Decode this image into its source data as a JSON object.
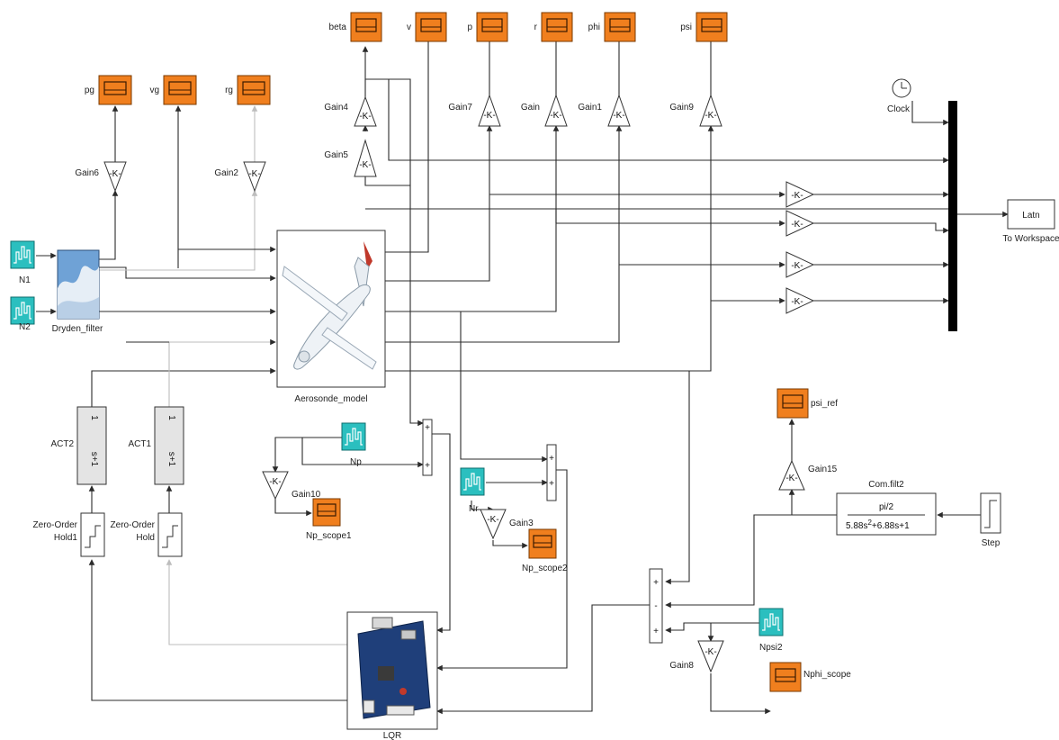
{
  "scopes": {
    "pg": "pg",
    "vg": "vg",
    "rg": "rg",
    "beta": "beta",
    "v": "v",
    "p": "p",
    "r": "r",
    "phi": "phi",
    "psi": "psi",
    "psi_ref": "psi_ref",
    "np_scope1": "Np_scope1",
    "np_scope2": "Np_scope2",
    "nphi_scope": "Nphi_scope"
  },
  "gains": {
    "value": "-K-",
    "gain6": "Gain6",
    "gain2": "Gain2",
    "gain4": "Gain4",
    "gain5": "Gain5",
    "gain7": "Gain7",
    "gain": "Gain",
    "gain1": "Gain1",
    "gain9": "Gain9",
    "gain10": "Gain10",
    "gain3": "Gain3",
    "gain8": "Gain8",
    "gain15": "Gain15"
  },
  "blocks": {
    "clock": "Clock",
    "to_workspace_var": "Latn",
    "to_workspace": "To Workspace",
    "aircraft": "Aerosonde_model",
    "dryden": "Dryden_filter",
    "n1": "N1",
    "n2": "N2",
    "np": "Np",
    "nr": "Nr",
    "npsi2": "Npsi2",
    "act1": "ACT1",
    "act2": "ACT2",
    "act_text_top": "1",
    "act_text_bottom": "s+1",
    "zoh1": "Zero-Order Hold1",
    "zoh1_line1": "Zero-Order",
    "zoh1_line2": "Hold1",
    "zoh_line1": "Zero-Order",
    "zoh_line2": "Hold",
    "lqr": "LQR",
    "step": "Step",
    "comfilt": "Com.filt2",
    "tf_num": "pi/2",
    "tf_den_a": "5.88s",
    "tf_den_exp": "2",
    "tf_den_b": "+6.88s+1"
  },
  "signs": {
    "plus": "+",
    "minus": "-"
  }
}
